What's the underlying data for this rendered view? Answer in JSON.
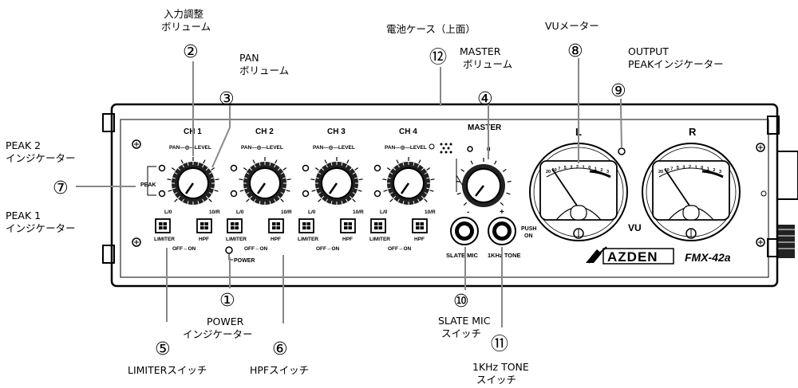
{
  "callouts": {
    "c1": {
      "num": "①",
      "line1": "POWER",
      "line2": "インジケーター"
    },
    "c2": {
      "num": "②",
      "line1": "入力調整",
      "line2": "ボリューム"
    },
    "c3": {
      "num": "③",
      "line1": "PAN",
      "line2": "ボリューム"
    },
    "c4": {
      "num": "④",
      "line1": "MASTER",
      "line2": "ボリューム"
    },
    "c5": {
      "num": "⑤",
      "line1": "LIMITERスイッチ"
    },
    "c6": {
      "num": "⑥",
      "line1": "HPFスイッチ"
    },
    "c7": {
      "num": "⑦",
      "line1": "PEAK 2",
      "line2": "インジケーター",
      "line3": "PEAK 1",
      "line4": "インジケーター"
    },
    "c8": {
      "num": "⑧",
      "line1": "VUメーター"
    },
    "c9": {
      "num": "⑨",
      "line1": "OUTPUT",
      "line2": "PEAKインジケーター"
    },
    "c10": {
      "num": "⑩",
      "line1": "SLATE MIC",
      "line2": "スイッチ"
    },
    "c11": {
      "num": "⑪",
      "line1": "1KHz TONE",
      "line2": "スイッチ"
    },
    "c12": {
      "num": "⑫",
      "line1": "電池ケース（上面）"
    }
  },
  "panel": {
    "channels": [
      "CH 1",
      "CH 2",
      "CH 3",
      "CH 4"
    ],
    "pan_level": "PAN—◎—LEVEL",
    "knob_left": "L/0",
    "knob_right": "10/R",
    "peak": "PEAK",
    "limiter": "LIMITER",
    "hpf": "HPF",
    "off_on": "OFF↔ON",
    "power": "POWER",
    "master": "MASTER",
    "master_mark": "0",
    "slate_mic": "SLATE MIC",
    "tone": "1KHz TONE",
    "push_on_1": "PUSH",
    "push_on_2": "ON",
    "meter_l": "L",
    "meter_r": "R",
    "vu": "VU",
    "brand": "AZDEN",
    "model": "FMX-42a",
    "minus": "-",
    "plus": "+"
  },
  "meter_scale": [
    "20",
    "10",
    "7",
    "5",
    "3",
    "2",
    "1",
    "0",
    "1",
    "2",
    "3"
  ]
}
